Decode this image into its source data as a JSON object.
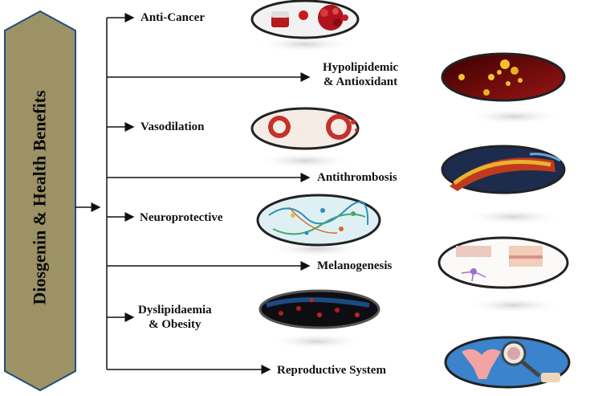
{
  "title": "Diosgenin & Health Benefits",
  "benefits": [
    {
      "label": "Anti-Cancer",
      "icon": "cancer-cells-image"
    },
    {
      "label": "Hypolipidemic",
      "label2": "& Antioxidant",
      "icon": "blood-vessel-fat-image"
    },
    {
      "label": "Vasodilation",
      "icon": "dilated-vessel-cross-section-image"
    },
    {
      "label": "Antithrombosis",
      "icon": "artery-plaque-image"
    },
    {
      "label": "Neuroprotective",
      "icon": "neuron-network-image"
    },
    {
      "label": "Melanogenesis",
      "icon": "skin-melanocyte-image"
    },
    {
      "label": "Dyslipidaemia",
      "label2": "& Obesity",
      "icon": "blood-cells-vessel-image"
    },
    {
      "label": "Reproductive System",
      "icon": "uterus-magnifier-image"
    }
  ],
  "colors": {
    "title_bg": "#9c9266",
    "title_border": "#1f4f7a",
    "lines": "#111111",
    "oval_border": "#222222"
  }
}
